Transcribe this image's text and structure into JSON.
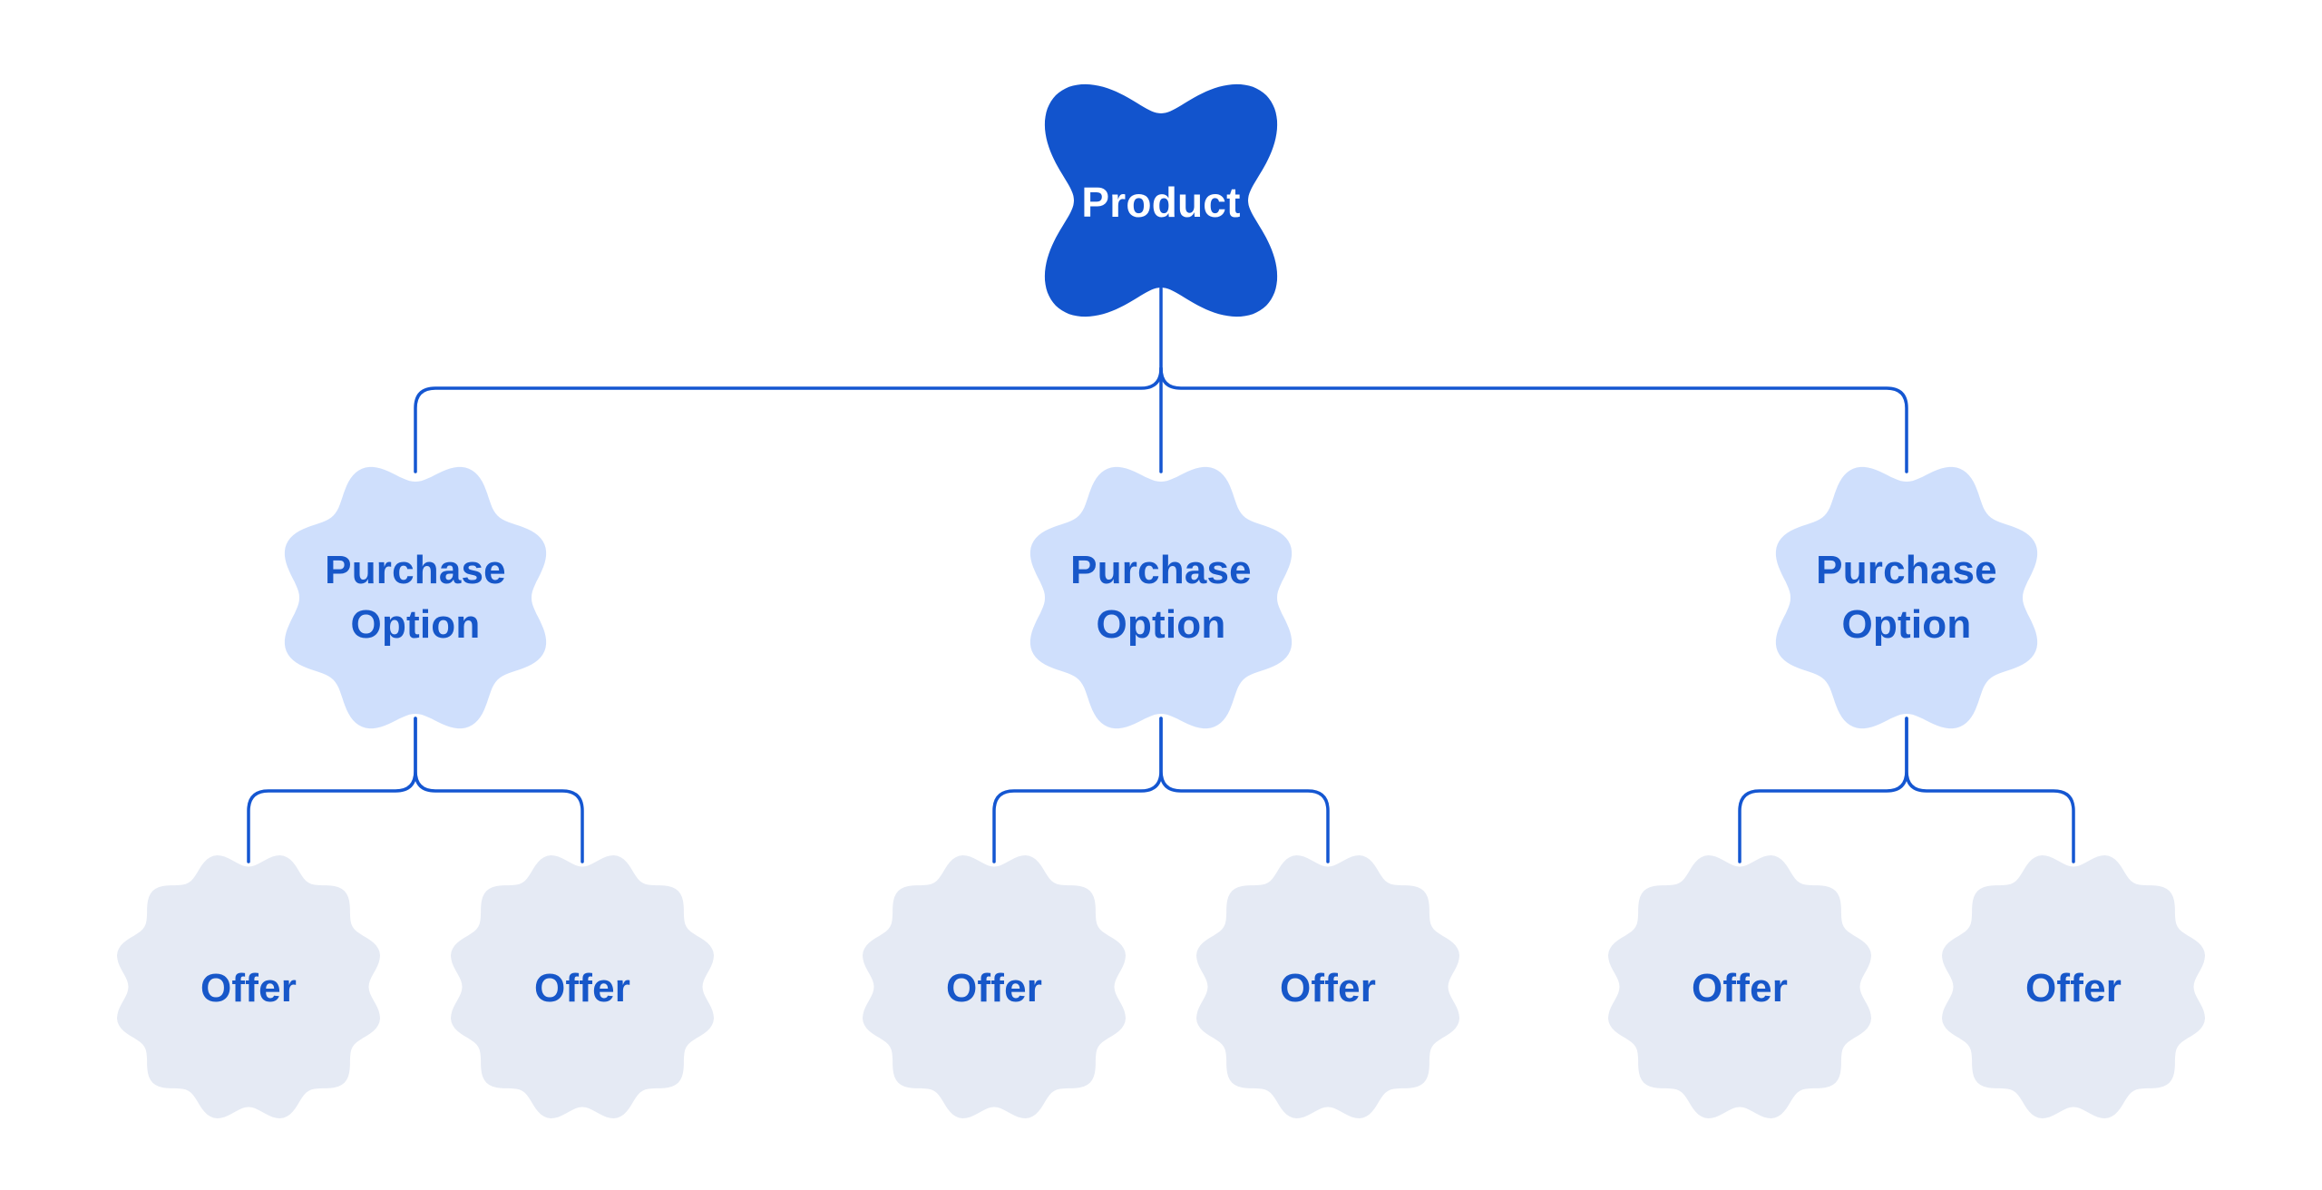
{
  "colors": {
    "background": "#ffffff",
    "product_fill": "#1254cd",
    "product_text": "#ffffff",
    "option_fill": "#cfdffc",
    "offer_fill": "#e5eaf4",
    "label_text": "#1757c9",
    "connector": "#1456d1"
  },
  "tree": {
    "root_label": "Product",
    "groups": [
      {
        "option_label": "Purchase Option",
        "offer_labels": [
          "Offer",
          "Offer"
        ]
      },
      {
        "option_label": "Purchase Option",
        "offer_labels": [
          "Offer",
          "Offer"
        ]
      },
      {
        "option_label": "Purchase Option",
        "offer_labels": [
          "Offer",
          "Offer"
        ]
      }
    ]
  }
}
